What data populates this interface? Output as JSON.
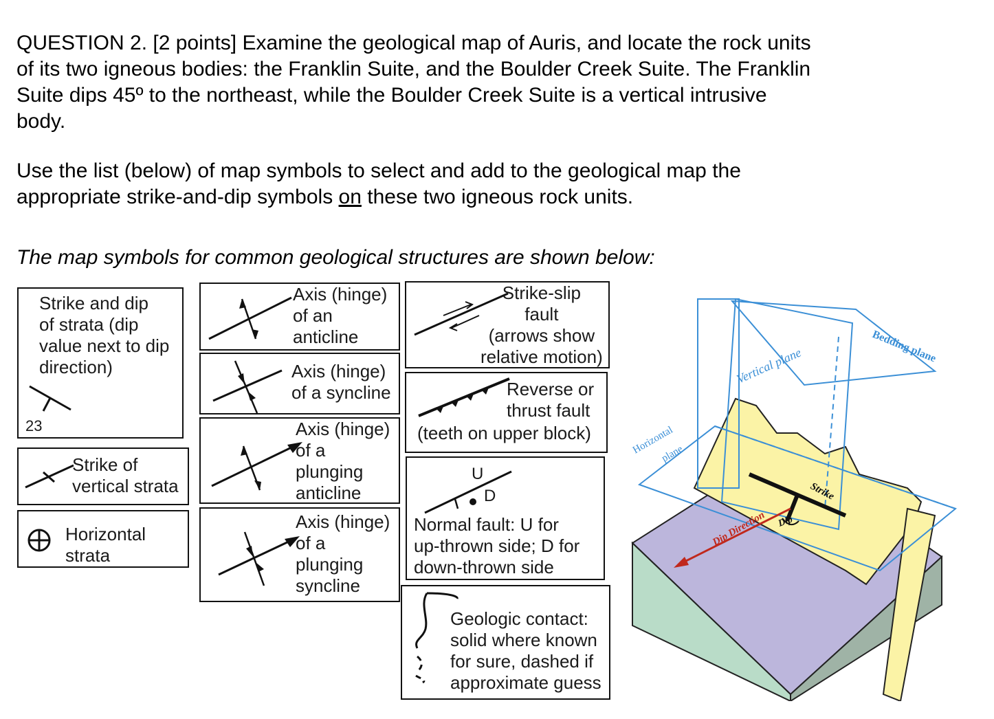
{
  "question": {
    "line1": "QUESTION 2. [2 points] Examine the geological map of Auris, and locate the rock units",
    "line2": "of its two igneous bodies: the Franklin Suite, and the Boulder Creek Suite.  The Franklin",
    "line3": "Suite dips 45º to the northeast, while the Boulder Creek Suite is a vertical intrusive",
    "line4": "body."
  },
  "instruction": {
    "line1": "Use the list (below) of map symbols to select and add to the geological map the",
    "line2_pre": "appropriate strike-and-dip symbols ",
    "line2_underlined": "on",
    "line2_post": " these two igneous rock units."
  },
  "legend_intro": "The map symbols for common geological structures are shown below:",
  "symbols": {
    "strike_dip": {
      "lines": [
        "Strike and dip",
        "of strata (dip",
        "value next to dip",
        "direction)"
      ],
      "value": "23"
    },
    "vertical_strata": {
      "lines": [
        "Strike of",
        "vertical strata"
      ]
    },
    "horizontal_strata": {
      "lines": [
        "Horizontal",
        "strata"
      ]
    },
    "anticline": {
      "lines": [
        "Axis (hinge)",
        "of an",
        "anticline"
      ]
    },
    "syncline": {
      "lines": [
        "Axis (hinge)",
        "of a syncline"
      ]
    },
    "plunging_anticline": {
      "lines": [
        "Axis (hinge)",
        "of a",
        "plunging",
        "anticline"
      ]
    },
    "plunging_syncline": {
      "lines": [
        "Axis (hinge)",
        "of a",
        "plunging",
        "syncline"
      ]
    },
    "strike_slip": {
      "lines": [
        "Strike-slip",
        "fault",
        "(arrows show",
        "relative motion)"
      ]
    },
    "reverse_fault": {
      "lines": [
        "Reverse or",
        "thrust fault",
        "(teeth on upper block)"
      ]
    },
    "normal_fault": {
      "lines": [
        "Normal fault: U for",
        "up-thrown side; D for",
        "down-thrown side"
      ],
      "up": "U",
      "down": "D"
    },
    "contact": {
      "lines": [
        "Geologic contact:",
        "solid where known",
        "for sure, dashed if",
        "approximate guess"
      ]
    }
  },
  "diagram": {
    "labels": {
      "vertical_plane": "Vertical plane",
      "bedding_plane": "Bedding plane",
      "horizontal_plane": [
        "Horizontal",
        "plane"
      ],
      "strike": "Strike",
      "dip": "Dip",
      "dip_direction": "Dip Direction"
    },
    "colors": {
      "bed": "#fbf3a6",
      "block_top": "#bcb6dc",
      "block_front": "#b9dcc8",
      "block_side": "#9fb3a6",
      "plane": "#3b8fd6",
      "arrow": "#c0281c"
    }
  }
}
